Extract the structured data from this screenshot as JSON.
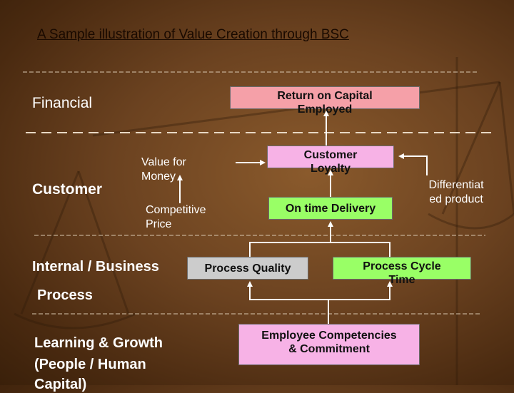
{
  "title": "A Sample illustration of Value Creation through BSC",
  "perspectives": {
    "financial": "Financial",
    "customer": "Customer",
    "internal_line1": "Internal / Business",
    "internal_line2": "Process",
    "learning_line1": "Learning & Growth",
    "learning_line2": "(People / Human",
    "learning_line3": "Capital)"
  },
  "boxes": {
    "roce_line1": "Return on Capital",
    "roce_line2": "Employed",
    "loyalty_line1": "Customer",
    "loyalty_line2": "Loyalty",
    "ontime": "On time Delivery",
    "quality": "Process Quality",
    "cycle_line1": "Process Cycle",
    "cycle_line2": "Time",
    "employee_line1": "Employee Competencies",
    "employee_line2": "& Commitment"
  },
  "notes": {
    "value_line1": "Value for",
    "value_line2": "Money",
    "price_line1": "Competitive",
    "price_line2": "Price",
    "diff_line1": "Differentiat",
    "diff_line2": "ed product"
  },
  "colors": {
    "roce_fill": "#f5a0a8",
    "loyalty_fill": "#f7b2e6",
    "ontime_fill": "#99ff66",
    "quality_fill": "#cccccc",
    "cycle_fill": "#99ff66",
    "employee_fill": "#f7b2e6",
    "arrow": "#ffffff"
  }
}
